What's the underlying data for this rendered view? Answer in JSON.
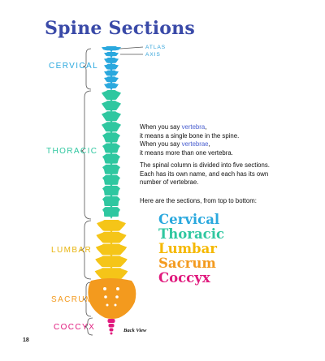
{
  "title": "Spine Sections",
  "vertebra_labels": {
    "atlas": "ATLAS",
    "axis": "AXIS"
  },
  "section_labels": {
    "cervical": "CERVICAL",
    "thoracic": "THORACIC",
    "lumbar": "LUMBAR",
    "sacrum": "SACRUM",
    "coccyx": "COCCYX"
  },
  "intro": {
    "line1_pre": "When you say ",
    "line1_word": "vertebra",
    "line1_post": ",",
    "line2": "it means a single bone in the spine.",
    "line3_pre": "When you say ",
    "line3_word": "vertebrae",
    "line3_post": ",",
    "line4": "it means more than one vertebra."
  },
  "paragraph2": {
    "line1": "The spinal column is divided into five sections.",
    "line2": "Each has its own name, and each has its own",
    "line3": "number of vertebrae."
  },
  "sections_intro": "Here are the sections, from top to bottom:",
  "sections": [
    "Cervical",
    "Thoracic",
    "Lumbar",
    "Sacrum",
    "Coccyx"
  ],
  "caption": "Back View",
  "page_number": "18",
  "colors": {
    "title": "#3a4aa8",
    "cervical": "#2aa8de",
    "thoracic": "#2fc7a0",
    "lumbar": "#f5c518",
    "sacrum": "#f39a1e",
    "coccyx": "#e0197d",
    "highlight": "#4a5fd0"
  }
}
